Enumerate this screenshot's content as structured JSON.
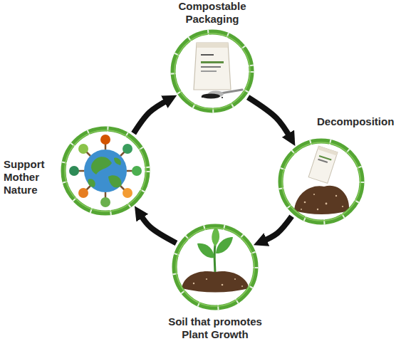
{
  "diagram": {
    "nodes": [
      {
        "text": [
          "Compostable Packaging"
        ]
      },
      {
        "text": [
          "Decomposition"
        ]
      },
      {
        "text": [
          "Soil that promotes Plant Growth"
        ]
      },
      {
        "text": [
          "Support Mother Nature"
        ]
      }
    ],
    "edges": [
      {
        "from": 0,
        "to": 1,
        "arrow": "to"
      },
      {
        "from": 1,
        "to": 2,
        "arrow": "to"
      },
      {
        "from": 2,
        "to": 3,
        "arrow": "to"
      },
      {
        "from": 3,
        "to": 0,
        "arrow": "to"
      }
    ]
  }
}
